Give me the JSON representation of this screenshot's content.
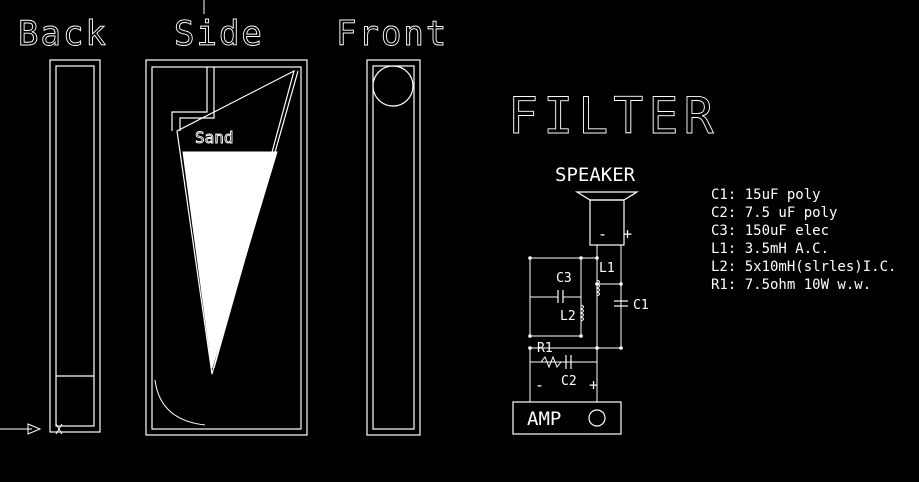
{
  "views": {
    "back_label": "Back",
    "side_label": "Side",
    "front_label": "Front"
  },
  "side_view": {
    "fill_label": "Sand"
  },
  "filter": {
    "title": "FILTER",
    "speaker_label": "SPEAKER",
    "speaker_minus": "-",
    "speaker_plus": "+",
    "amp_label": "AMP",
    "amp_minus": "-",
    "amp_plus": "+",
    "components": {
      "C1": "C1",
      "C2": "C2",
      "C3": "C3",
      "L1": "L1",
      "L2": "L2",
      "R1": "R1"
    },
    "parts_list": [
      "C1: 15uF poly",
      "C2: 7.5 uF poly",
      "C3: 150uF elec",
      "L1: 3.5mH A.C.",
      "L2: 5x10mH(slrles)I.C.",
      "R1: 7.5ohm 10W w.w."
    ]
  }
}
